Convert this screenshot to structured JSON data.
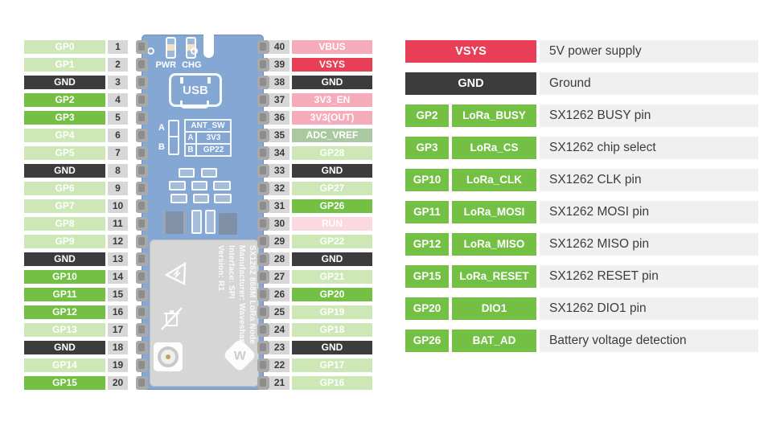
{
  "colors": {
    "bright_green": "#74c044",
    "light_green": "#cde8b6",
    "sage_green": "#abc9a1",
    "gnd_dark": "#3c3c3c",
    "red": "#e83e56",
    "pink": "#f5abba",
    "pale_pink": "#fad9e0",
    "num_gray": "#d7d7d7",
    "desc_bg": "#f0f0f0",
    "board_blue": "#84a8d3",
    "shield_gray": "#d6d6d6"
  },
  "left_pins": [
    {
      "num": "1",
      "label": "GP0",
      "role": "gpio"
    },
    {
      "num": "2",
      "label": "GP1",
      "role": "gpio"
    },
    {
      "num": "3",
      "label": "GND",
      "role": "gnd"
    },
    {
      "num": "4",
      "label": "GP2",
      "role": "active"
    },
    {
      "num": "5",
      "label": "GP3",
      "role": "active"
    },
    {
      "num": "6",
      "label": "GP4",
      "role": "gpio"
    },
    {
      "num": "7",
      "label": "GP5",
      "role": "gpio"
    },
    {
      "num": "8",
      "label": "GND",
      "role": "gnd"
    },
    {
      "num": "9",
      "label": "GP6",
      "role": "gpio"
    },
    {
      "num": "10",
      "label": "GP7",
      "role": "gpio"
    },
    {
      "num": "11",
      "label": "GP8",
      "role": "gpio"
    },
    {
      "num": "12",
      "label": "GP9",
      "role": "gpio"
    },
    {
      "num": "13",
      "label": "GND",
      "role": "gnd"
    },
    {
      "num": "14",
      "label": "GP10",
      "role": "active"
    },
    {
      "num": "15",
      "label": "GP11",
      "role": "active"
    },
    {
      "num": "16",
      "label": "GP12",
      "role": "active"
    },
    {
      "num": "17",
      "label": "GP13",
      "role": "gpio"
    },
    {
      "num": "18",
      "label": "GND",
      "role": "gnd"
    },
    {
      "num": "19",
      "label": "GP14",
      "role": "gpio"
    },
    {
      "num": "20",
      "label": "GP15",
      "role": "active"
    }
  ],
  "right_pins": [
    {
      "num": "40",
      "label": "VBUS",
      "role": "pink"
    },
    {
      "num": "39",
      "label": "VSYS",
      "role": "red"
    },
    {
      "num": "38",
      "label": "GND",
      "role": "gnd"
    },
    {
      "num": "37",
      "label": "3V3_EN",
      "role": "pink"
    },
    {
      "num": "36",
      "label": "3V3(OUT)",
      "role": "pink"
    },
    {
      "num": "35",
      "label": "ADC_VREF",
      "role": "sage"
    },
    {
      "num": "34",
      "label": "GP28",
      "role": "gpio"
    },
    {
      "num": "33",
      "label": "GND",
      "role": "gnd"
    },
    {
      "num": "32",
      "label": "GP27",
      "role": "gpio"
    },
    {
      "num": "31",
      "label": "GP26",
      "role": "active"
    },
    {
      "num": "30",
      "label": "RUN",
      "role": "pale"
    },
    {
      "num": "29",
      "label": "GP22",
      "role": "gpio"
    },
    {
      "num": "28",
      "label": "GND",
      "role": "gnd"
    },
    {
      "num": "27",
      "label": "GP21",
      "role": "gpio"
    },
    {
      "num": "26",
      "label": "GP20",
      "role": "active"
    },
    {
      "num": "25",
      "label": "GP19",
      "role": "gpio"
    },
    {
      "num": "24",
      "label": "GP18",
      "role": "gpio"
    },
    {
      "num": "23",
      "label": "GND",
      "role": "gnd"
    },
    {
      "num": "22",
      "label": "GP17",
      "role": "gpio"
    },
    {
      "num": "21",
      "label": "GP16",
      "role": "gpio"
    }
  ],
  "board": {
    "led_labels": [
      "PWR",
      "CHG"
    ],
    "usb_label": "USB",
    "ant_sw": {
      "title": "ANT_SW",
      "jumper_labels": [
        "A",
        "B"
      ],
      "rows": [
        [
          "A",
          "3V3"
        ],
        [
          "B",
          "GP22"
        ]
      ]
    },
    "shield_lines": [
      "SX1262 868M LoRa Node",
      "Manufacturer: Waveshare",
      "Interface: SPI",
      "Version: R1"
    ],
    "logo_letter": "w"
  },
  "legend": [
    {
      "label": "VSYS",
      "role": "red",
      "desc": "5V power supply"
    },
    {
      "label": "GND",
      "role": "gnd",
      "desc": "Ground"
    },
    {
      "pin": "GP2",
      "signal": "LoRa_BUSY",
      "desc": "SX1262 BUSY pin"
    },
    {
      "pin": "GP3",
      "signal": "LoRa_CS",
      "desc": "SX1262 chip select"
    },
    {
      "pin": "GP10",
      "signal": "LoRa_CLK",
      "desc": "SX1262 CLK pin"
    },
    {
      "pin": "GP11",
      "signal": "LoRa_MOSI",
      "desc": "SX1262 MOSI pin"
    },
    {
      "pin": "GP12",
      "signal": "LoRa_MISO",
      "desc": "SX1262 MISO pin"
    },
    {
      "pin": "GP15",
      "signal": "LoRa_RESET",
      "desc": "SX1262 RESET pin"
    },
    {
      "pin": "GP20",
      "signal": "DIO1",
      "desc": "SX1262 DIO1 pin"
    },
    {
      "pin": "GP26",
      "signal": "BAT_AD",
      "desc": "Battery voltage detection"
    }
  ]
}
